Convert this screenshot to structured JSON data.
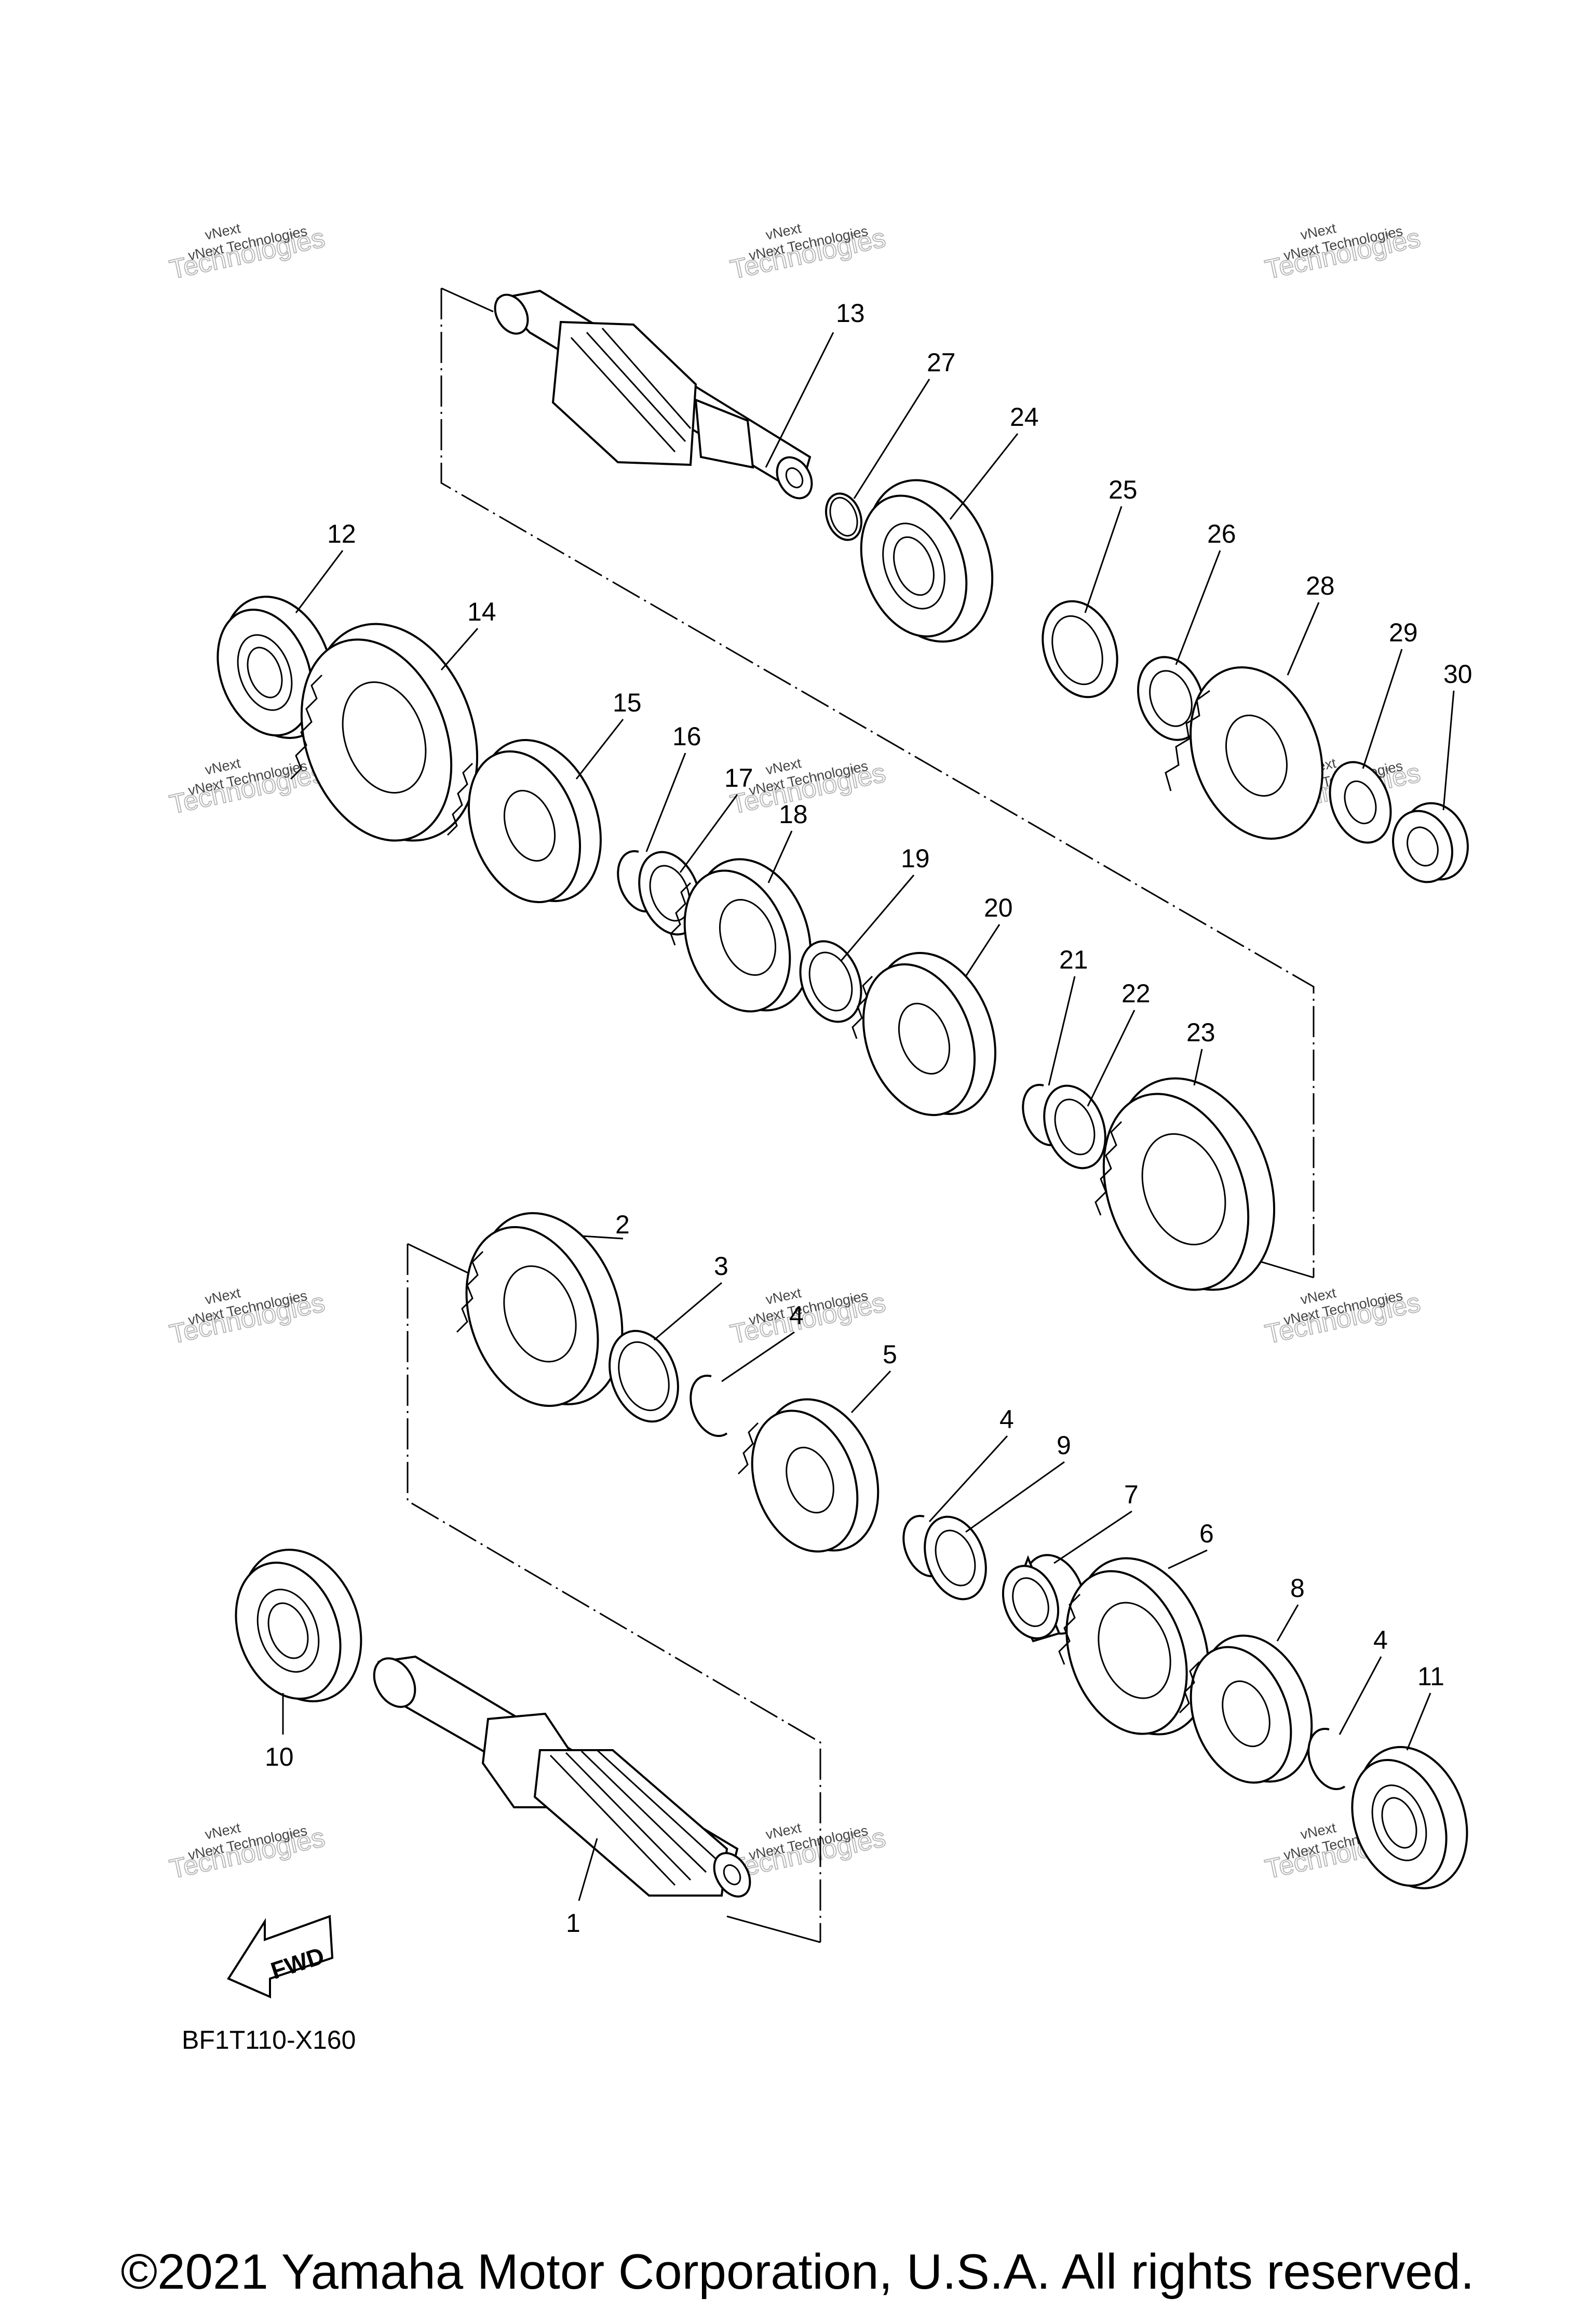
{
  "diagram_code": "BF1T110-X160",
  "fwd_label": "FWD",
  "copyright": "©2021 Yamaha Motor Corporation, U.S.A. All rights reserved.",
  "watermark": {
    "line1": "vNext",
    "line2": "vNext Technologies",
    "line3": "Technologies"
  },
  "callouts": [
    {
      "num": "13"
    },
    {
      "num": "27"
    },
    {
      "num": "24"
    },
    {
      "num": "25"
    },
    {
      "num": "26"
    },
    {
      "num": "28"
    },
    {
      "num": "29"
    },
    {
      "num": "30"
    },
    {
      "num": "12"
    },
    {
      "num": "14"
    },
    {
      "num": "15"
    },
    {
      "num": "16"
    },
    {
      "num": "17"
    },
    {
      "num": "18"
    },
    {
      "num": "19"
    },
    {
      "num": "20"
    },
    {
      "num": "21"
    },
    {
      "num": "22"
    },
    {
      "num": "23"
    },
    {
      "num": "2"
    },
    {
      "num": "3"
    },
    {
      "num": "4"
    },
    {
      "num": "5"
    },
    {
      "num": "4"
    },
    {
      "num": "9"
    },
    {
      "num": "7"
    },
    {
      "num": "6"
    },
    {
      "num": "8"
    },
    {
      "num": "4"
    },
    {
      "num": "11"
    },
    {
      "num": "10"
    },
    {
      "num": "1"
    }
  ]
}
